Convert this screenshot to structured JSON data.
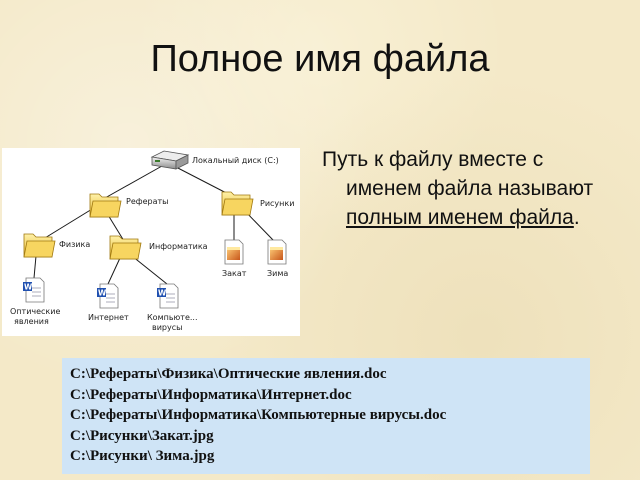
{
  "title": "Полное имя файла",
  "description": {
    "line1": "Путь к файлу вместе с",
    "line2": "именем файла называют",
    "term": "полным именем файла",
    "period": "."
  },
  "tree": {
    "disk": "Локальный диск (C:)",
    "referaty": "Рефераты",
    "risunki": "Рисунки",
    "fizika": "Физика",
    "informatika": "Информатика",
    "zakat": "Закат",
    "zima": "Зима",
    "opticheskie_1": "Оптические",
    "opticheskie_2": "явления",
    "internet": "Интернет",
    "kompyuternye_1": "Компьюте...",
    "kompyuternye_2": "вирусы",
    "doc_letter": "W"
  },
  "paths": [
    "C:\\Рефераты\\Физика\\Оптические явления.doc",
    "C:\\Рефераты\\Информатика\\Интернет.doc",
    "C:\\Рефераты\\Информатика\\Компьютерные вирусы.doc",
    "C:\\Рисунки\\Закат.jpg",
    "C:\\Рисунки\\ Зима.jpg"
  ]
}
